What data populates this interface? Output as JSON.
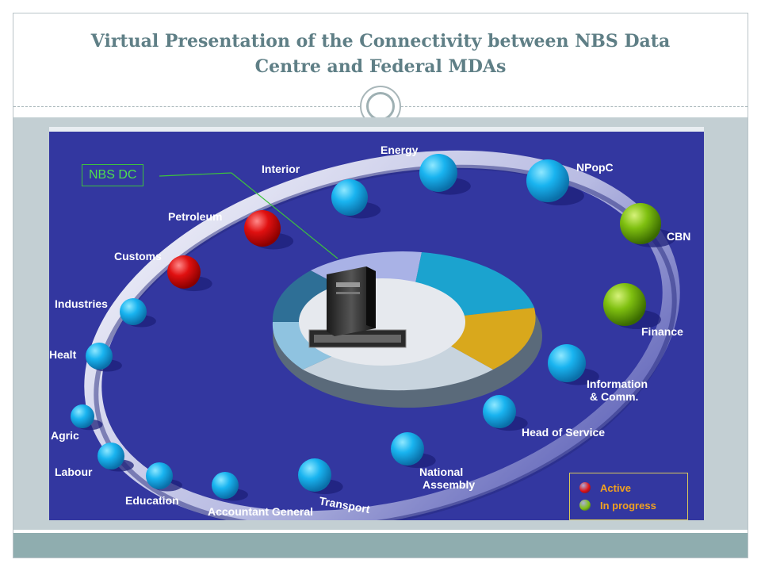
{
  "slide": {
    "title_line1": "Virtual Presentation of the Connectivity between NBS Data",
    "title_line2": "Centre and Federal MDAs"
  },
  "diagram": {
    "hub_label": "NBS DC",
    "nodes": [
      {
        "id": "energy",
        "label": "Energy",
        "status": "connected"
      },
      {
        "id": "npopc",
        "label": "NPopC",
        "status": "connected"
      },
      {
        "id": "cbn",
        "label": "CBN",
        "status": "in-progress"
      },
      {
        "id": "finance",
        "label": "Finance",
        "status": "in-progress"
      },
      {
        "id": "information",
        "label": "Information\n& Comm.",
        "status": "connected"
      },
      {
        "id": "head-of-service",
        "label": "Head of Service",
        "status": "connected"
      },
      {
        "id": "national-assembly",
        "label": "National\nAssembly",
        "status": "connected"
      },
      {
        "id": "transport",
        "label": "Transport",
        "status": "connected"
      },
      {
        "id": "accountant-general",
        "label": "Accountant General",
        "status": "connected"
      },
      {
        "id": "education",
        "label": "Education",
        "status": "connected"
      },
      {
        "id": "labour",
        "label": "Labour",
        "status": "connected"
      },
      {
        "id": "agric",
        "label": "Agric",
        "status": "connected"
      },
      {
        "id": "health",
        "label": "Healt",
        "status": "connected"
      },
      {
        "id": "industries",
        "label": "Industries",
        "status": "connected"
      },
      {
        "id": "customs",
        "label": "Customs",
        "status": "active"
      },
      {
        "id": "petroleum",
        "label": "Petroleum",
        "status": "active"
      },
      {
        "id": "interior",
        "label": "Interior",
        "status": "connected"
      }
    ],
    "legend": [
      {
        "label": "Active",
        "color": "#e01010"
      },
      {
        "label": "In progress",
        "color": "#7fc010"
      }
    ],
    "colors": {
      "background": "#3337a0",
      "connected": "#19b4f0",
      "active": "#e01010",
      "in_progress": "#7fc010",
      "legend_text": "#f0a020",
      "hub_line": "#3dc23d"
    }
  }
}
